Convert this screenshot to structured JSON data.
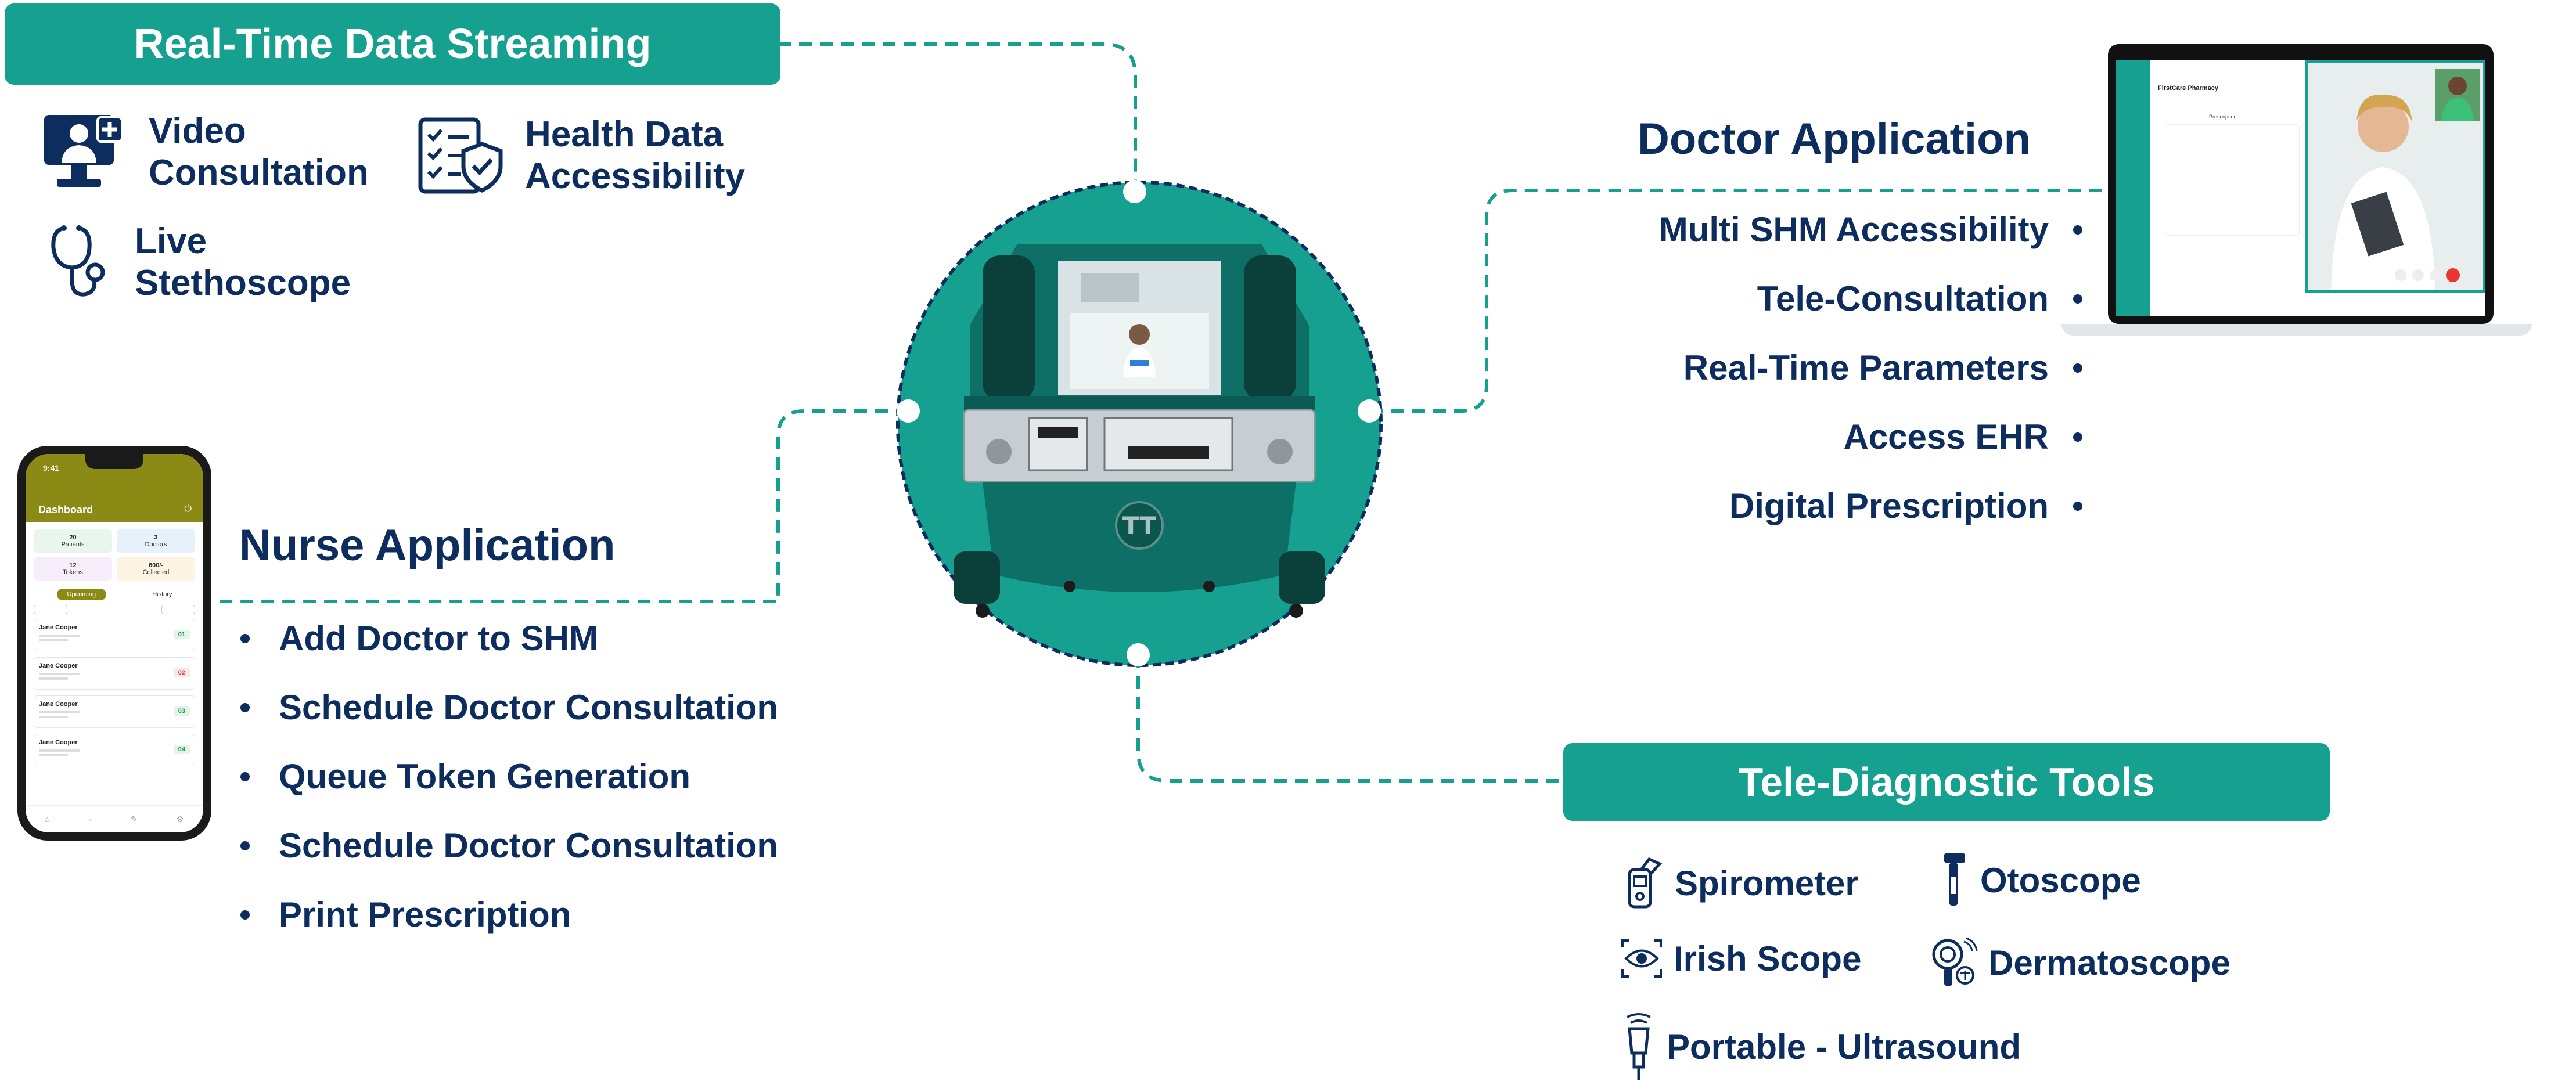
{
  "streaming": {
    "title": "Real-Time Data Streaming",
    "features": [
      {
        "icon": "doctor-monitor-icon",
        "line1": "Video",
        "line2": "Consultation"
      },
      {
        "icon": "health-data-shield-icon",
        "line1": "Health Data",
        "line2": "Accessibility"
      },
      {
        "icon": "stethoscope-icon",
        "line1": "Live",
        "line2": "Stethoscope"
      }
    ]
  },
  "nurse": {
    "title": "Nurse Application",
    "items": [
      "Add Doctor to SHM",
      "Schedule Doctor Consultation",
      "Queue Token Generation",
      "Schedule Doctor Consultation",
      "Print Prescription"
    ]
  },
  "doctor": {
    "title": "Doctor Application",
    "items": [
      "Multi SHM Accessibility",
      "Tele-Consultation",
      "Real-Time Parameters",
      "Access EHR",
      "Digital Prescription"
    ]
  },
  "tools": {
    "title": "Tele-Diagnostic Tools",
    "items": [
      {
        "icon": "spirometer-icon",
        "label": "Spirometer"
      },
      {
        "icon": "otoscope-icon",
        "label": "Otoscope"
      },
      {
        "icon": "iris-scope-icon",
        "label": "Irish Scope"
      },
      {
        "icon": "dermatoscope-icon",
        "label": "Dermatoscope"
      },
      {
        "icon": "ultrasound-probe-icon",
        "label": "Portable - Ultrasound"
      }
    ]
  },
  "phone_app": {
    "status_time": "9:41",
    "header": "Dashboard",
    "stats": [
      {
        "value": "20",
        "label": "Patients"
      },
      {
        "value": "3",
        "label": "Doctors"
      },
      {
        "value": "12",
        "label": "Tokens"
      },
      {
        "value": "600/-",
        "label": "Collected"
      }
    ],
    "tabs": [
      "Upcoming",
      "History"
    ],
    "entries": [
      {
        "name": "Jane Cooper",
        "token": "01"
      },
      {
        "name": "Jane Cooper",
        "token": "02"
      },
      {
        "name": "Jane Cooper",
        "token": "03"
      },
      {
        "name": "Jane Cooper",
        "token": "04"
      }
    ]
  },
  "laptop_app": {
    "pharmacy": "FirstCare Pharmacy",
    "section": "Prescription"
  },
  "colors": {
    "teal": "#16a090",
    "navy": "#0d2d5e",
    "olive": "#8a8a14"
  }
}
